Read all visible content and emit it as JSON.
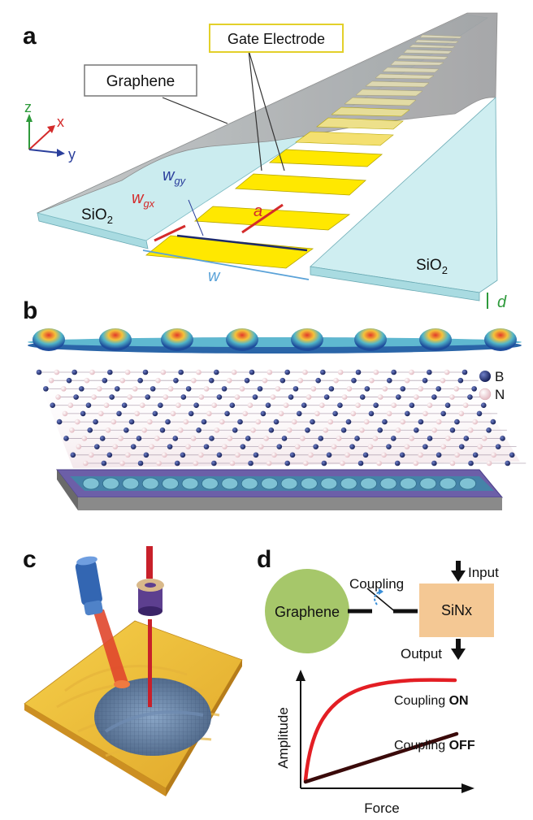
{
  "panels": {
    "a": {
      "letter": "a",
      "labels": {
        "graphene": "Graphene",
        "gate_electrode": "Gate Electrode",
        "sio2_left": "SiO",
        "sio2_right": "SiO",
        "sio2_sub": "2",
        "axis_z": "z",
        "axis_x": "x",
        "axis_y": "y",
        "wgx_main": "w",
        "wgx_sub": "gx",
        "wgy_main": "w",
        "wgy_sub": "gy",
        "a_label": "a",
        "w_label": "w",
        "d_label": "d"
      }
    },
    "b": {
      "letter": "b",
      "legend": {
        "b_label": "B",
        "n_label": "N"
      }
    },
    "c": {
      "letter": "c"
    },
    "d": {
      "letter": "d",
      "graphene": "Graphene",
      "coupling": "Coupling",
      "sinx": "SiNx",
      "input": "Input",
      "output": "Output",
      "ylabel": "Amplitude",
      "xlabel": "Force",
      "coupling_on_prefix": "Coupling ",
      "coupling_on_bold": "ON",
      "coupling_off_prefix": "Coupling ",
      "coupling_off_bold": "OFF"
    }
  },
  "colors": {
    "graphene_gray": "#a9aaab",
    "sio2_cyan": "#cbecef",
    "gold": "#ffe800",
    "axis_red": "#d42b2b",
    "axis_blue": "#2b3f9c",
    "axis_green": "#2e9a3b",
    "boron": "#1d2a6b",
    "nitrogen": "#f1d3d8",
    "graphene_green": "#a6c76a",
    "sinx_tan": "#f4c894",
    "curve_red": "#e31e24",
    "line_black": "#111111"
  }
}
